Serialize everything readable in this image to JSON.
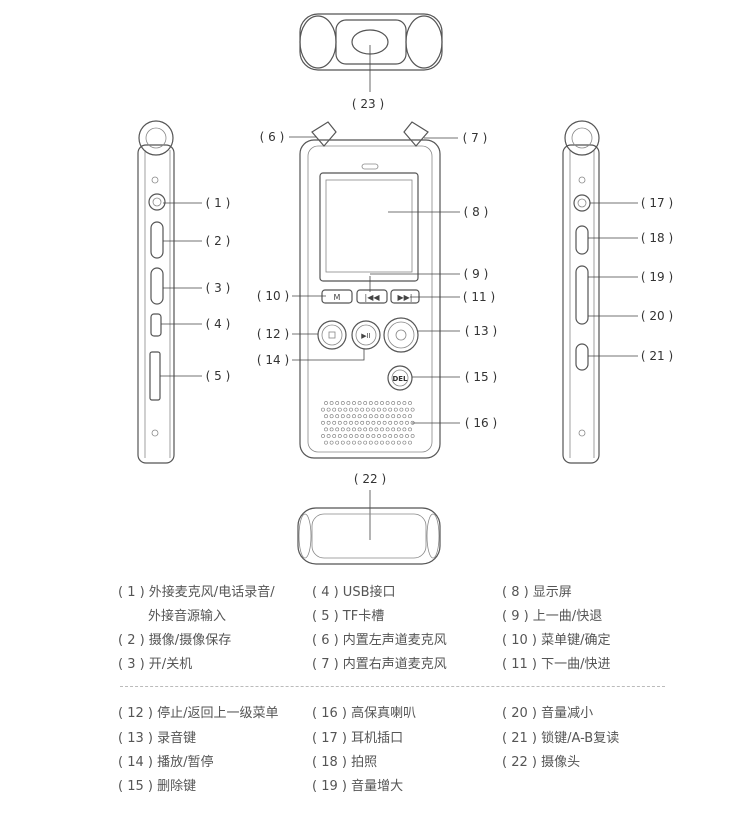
{
  "callouts": {
    "c1": "( 1 )",
    "c2": "( 2 )",
    "c3": "( 3 )",
    "c4": "( 4 )",
    "c5": "( 5 )",
    "c6": "( 6 )",
    "c7": "( 7 )",
    "c8": "( 8 )",
    "c9": "( 9 )",
    "c10": "( 10 )",
    "c11": "( 11 )",
    "c12": "( 12 )",
    "c13": "( 13 )",
    "c14": "( 14 )",
    "c15": "( 15 )",
    "c16": "( 16 )",
    "c17": "( 17 )",
    "c18": "( 18 )",
    "c19": "( 19 )",
    "c20": "( 20 )",
    "c21": "( 21 )",
    "c22": "( 22 )",
    "c23": "( 23 )"
  },
  "device": {
    "menu_button": "M",
    "delete_button": "DEL"
  },
  "legend": {
    "l1": "( 1 ) 外接麦克风/电话录音/",
    "l1b": "外接音源输入",
    "l2": "( 2 ) 摄像/摄像保存",
    "l3": "( 3 ) 开/关机",
    "l4": "( 4 ) USB接口",
    "l5": "( 5 ) TF卡槽",
    "l6": "( 6 ) 内置左声道麦克风",
    "l7": "( 7 ) 内置右声道麦克风",
    "l8": "( 8 ) 显示屏",
    "l9": "( 9 ) 上一曲/快退",
    "l10": "( 10 ) 菜单键/确定",
    "l11": "( 11 ) 下一曲/快进",
    "l12": "( 12 ) 停止/返回上一级菜单",
    "l13": "( 13 ) 录音键",
    "l14": "( 14 ) 播放/暂停",
    "l15": "( 15 ) 删除键",
    "l16": "( 16 ) 高保真喇叭",
    "l17": "( 17 ) 耳机插口",
    "l18": "( 18 ) 拍照",
    "l19": "( 19 ) 音量增大",
    "l20": "( 20 ) 音量减小",
    "l21": "( 21 ) 锁键/A-B复读",
    "l22": "( 22 ) 摄像头"
  }
}
